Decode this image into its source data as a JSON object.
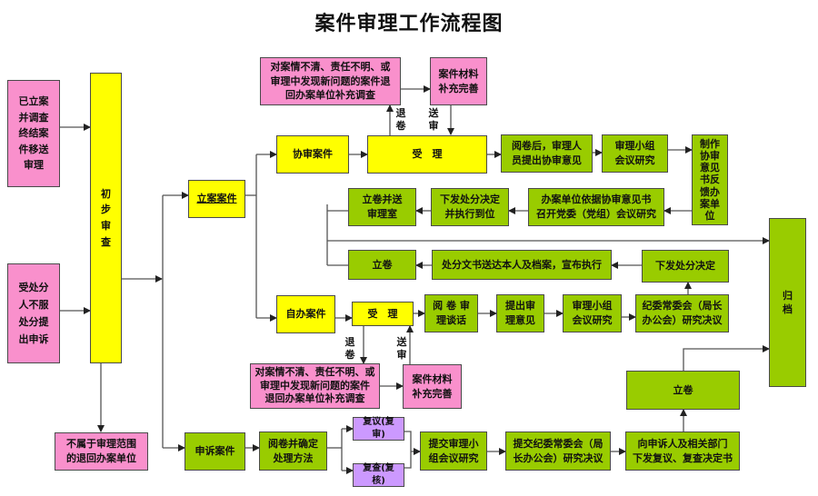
{
  "title": "案件审理工作流程图",
  "colors": {
    "pink": "#f990cc",
    "yellow": "#ffff00",
    "green": "#99cc00",
    "purple": "#cc99ff",
    "line": "#4a4a4a"
  },
  "nodes": {
    "source_transfer": "已立案\n并调查\n终结案\n件移送\n审理",
    "source_appeal": "受处分\n人不服\n处分提\n出申诉",
    "preliminary_review": "初\n步\n审\n查",
    "reject_out_of_scope": "不属于审理范围\n的退回办案单位",
    "filed_case": "立案案件",
    "assist_case": "协审案件",
    "assist_accept": "受　理",
    "assist_return": "对案情不清、责任不明、或\n审理中发现新问题的案件退\n回办案单位补充调查",
    "assist_supplement": "案件材料\n补充完善",
    "assist_read_opinion": "阅卷后，审理人\n员提出协审意见",
    "assist_group_meeting": "审理小组\n会议研究",
    "assist_feedback": "制作\n协审\n意见\n书反\n馈办\n案单\n位",
    "unit_party_meeting": "办案单位依据协审意见书\n召开党委（党组）会议研究",
    "issue_execute": "下发处分决定\n并执行到位",
    "file_send_office": "立卷并送\n审理室",
    "self_case": "自办案件",
    "self_accept": "受　理",
    "self_return": "对案情不清、责任不明、或\n审理中发现新问题的案件\n退回办案单位补充调查",
    "self_supplement": "案件材料\n补充完善",
    "self_read_talk": "阅 卷 审\n理谈话",
    "self_opinion": "提出审\n理意见",
    "self_group_meeting": "审理小组\n会议研究",
    "standing_committee": "纪委常委会（局长\n办公会）研究决议",
    "issue_decision": "下发处分决定",
    "deliver_document": "处分文书送达本人及档案，宣布执行",
    "file_self": "立卷",
    "archive": "归\n档",
    "appeal_case": "申诉案件",
    "appeal_read": "阅卷并确定\n处理方法",
    "reconsider": "复议(复审)",
    "recheck": "复查(复核)",
    "appeal_group": "提交审理小\n组会议研究",
    "appeal_committee": "提交纪委常委会（局\n长办公会）研究决议",
    "appeal_issue": "向申诉人及相关部门\n下发复议、复查决定书",
    "appeal_file": "立卷"
  },
  "edge_labels": {
    "assist_return_label": "退\n卷",
    "assist_send_label": "送\n审",
    "self_return_label": "退\n卷",
    "self_send_label": "送\n审"
  }
}
